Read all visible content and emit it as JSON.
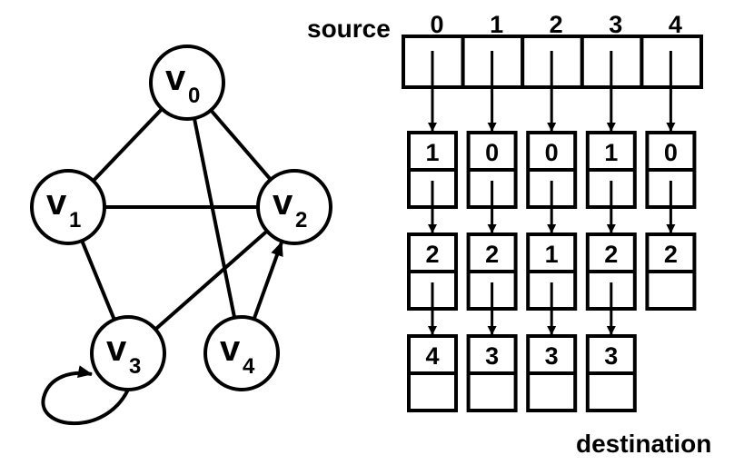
{
  "graph": {
    "nodes": [
      {
        "id": "v0",
        "letter": "v",
        "sub": "0"
      },
      {
        "id": "v1",
        "letter": "v",
        "sub": "1"
      },
      {
        "id": "v2",
        "letter": "v",
        "sub": "2"
      },
      {
        "id": "v3",
        "letter": "v",
        "sub": "3"
      },
      {
        "id": "v4",
        "letter": "v",
        "sub": "4"
      }
    ],
    "edges": [
      {
        "from": "v0",
        "to": "v1",
        "directed": false
      },
      {
        "from": "v0",
        "to": "v2",
        "directed": false
      },
      {
        "from": "v0",
        "to": "v4",
        "directed": false
      },
      {
        "from": "v1",
        "to": "v2",
        "directed": false
      },
      {
        "from": "v1",
        "to": "v3",
        "directed": false
      },
      {
        "from": "v3",
        "to": "v2",
        "directed": false
      },
      {
        "from": "v4",
        "to": "v2",
        "directed": true
      },
      {
        "from": "v3",
        "to": "v3",
        "directed": true
      }
    ]
  },
  "adjacency": {
    "source_label": "source",
    "destination_label": "destination",
    "indices": [
      "0",
      "1",
      "2",
      "3",
      "4"
    ],
    "lists": [
      [
        "1",
        "2",
        "4"
      ],
      [
        "0",
        "2",
        "3"
      ],
      [
        "0",
        "1",
        "3"
      ],
      [
        "1",
        "2",
        "3"
      ],
      [
        "0",
        "2"
      ]
    ]
  }
}
